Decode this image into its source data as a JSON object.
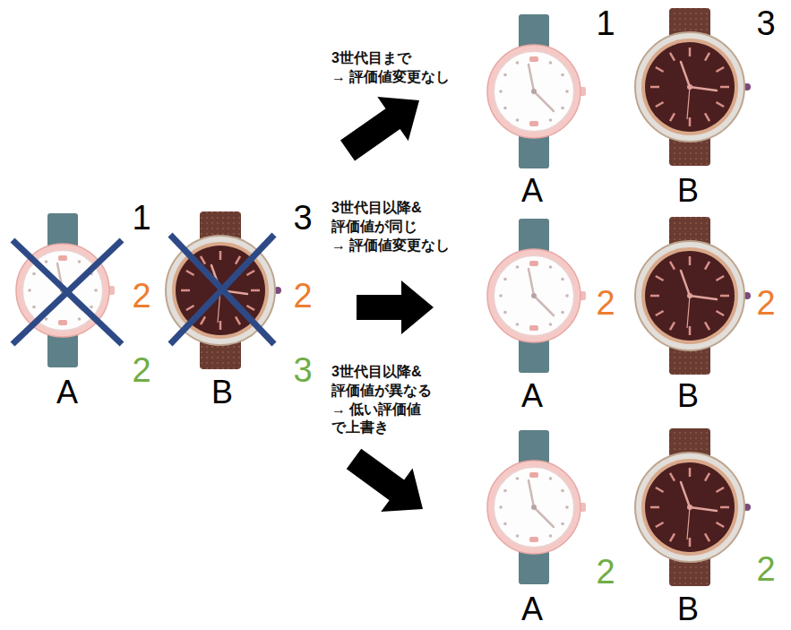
{
  "diagram": {
    "labels": [
      "3世代目まで → 評価値変更なし",
      "1",
      "3",
      "A",
      "B",
      "1",
      "3",
      "3世代目以降& 評価値が同じ → 評価値変更なし",
      "2",
      "2",
      "2",
      "2",
      "3世代目以降& 評価値が異なる → 低い評価値 で上書き",
      "2",
      "3",
      "A",
      "B",
      "A",
      "B",
      "2",
      "2",
      "A",
      "B"
    ]
  }
}
